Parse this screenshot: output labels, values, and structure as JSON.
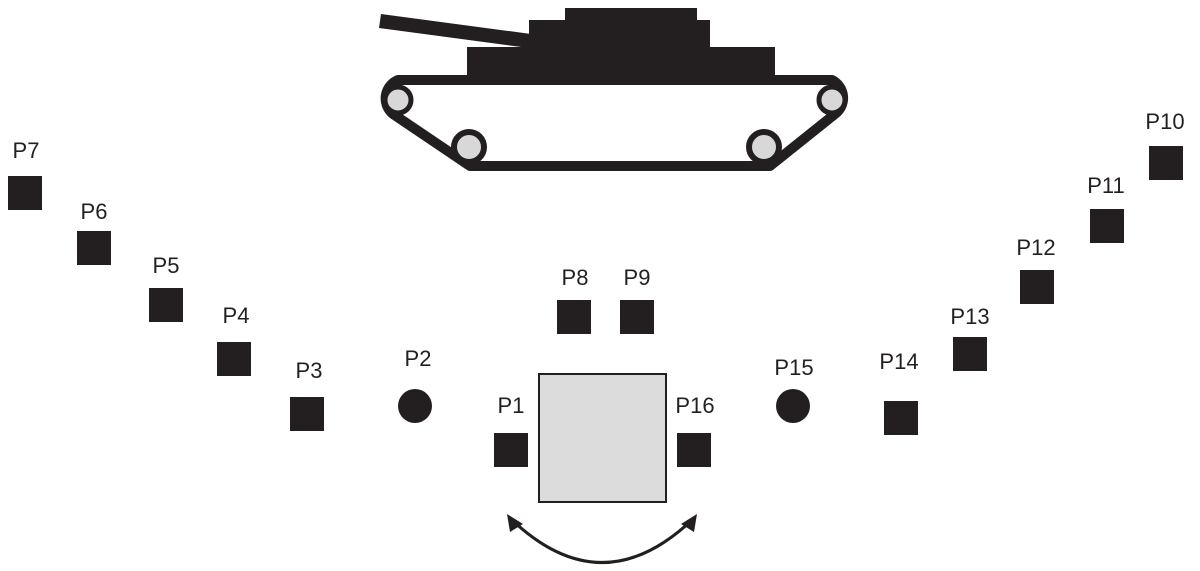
{
  "colors": {
    "ink": "#231f20",
    "table_fill": "#dcdcdc",
    "wheel_fill": "#d8d8d8",
    "background": "#ffffff"
  },
  "icons": {
    "vehicle": "tank-icon",
    "rotation": "curved-double-arrow-icon",
    "square_marker": "square-marker-icon",
    "round_marker": "circle-marker-icon"
  },
  "positions": [
    {
      "id": "p1",
      "label": "P1",
      "shape": "square"
    },
    {
      "id": "p2",
      "label": "P2",
      "shape": "circle"
    },
    {
      "id": "p3",
      "label": "P3",
      "shape": "square"
    },
    {
      "id": "p4",
      "label": "P4",
      "shape": "square"
    },
    {
      "id": "p5",
      "label": "P5",
      "shape": "square"
    },
    {
      "id": "p6",
      "label": "P6",
      "shape": "square"
    },
    {
      "id": "p7",
      "label": "P7",
      "shape": "square"
    },
    {
      "id": "p8",
      "label": "P8",
      "shape": "square"
    },
    {
      "id": "p9",
      "label": "P9",
      "shape": "square"
    },
    {
      "id": "p10",
      "label": "P10",
      "shape": "square"
    },
    {
      "id": "p11",
      "label": "P11",
      "shape": "square"
    },
    {
      "id": "p12",
      "label": "P12",
      "shape": "square"
    },
    {
      "id": "p13",
      "label": "P13",
      "shape": "square"
    },
    {
      "id": "p14",
      "label": "P14",
      "shape": "square"
    },
    {
      "id": "p15",
      "label": "P15",
      "shape": "circle"
    },
    {
      "id": "p16",
      "label": "P16",
      "shape": "square"
    }
  ]
}
